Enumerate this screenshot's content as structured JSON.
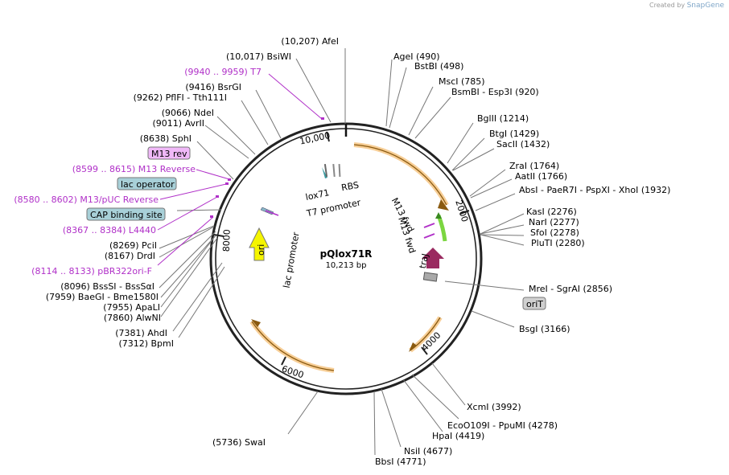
{
  "credit": {
    "prefix": "Created by",
    "brand": "SnapGene"
  },
  "plasmid": {
    "name": "pQlox71R",
    "length": "10,213 bp"
  },
  "ticks": [
    "10,000",
    "2000",
    "4000",
    "6000",
    "8000"
  ],
  "sites": [
    {
      "id": "afei",
      "text": "(10,207)  AfeI"
    },
    {
      "id": "bsiwi",
      "text": "(10,017)  BsiWI"
    },
    {
      "id": "t7",
      "text": "(9940 .. 9959)  T7"
    },
    {
      "id": "bsrgi",
      "text": "(9416)  BsrGI"
    },
    {
      "id": "pflfi",
      "text": "(9262)  PflFI  - Tth111I"
    },
    {
      "id": "ndei",
      "text": "(9066)  NdeI"
    },
    {
      "id": "avrii",
      "text": "(9011)  AvrII"
    },
    {
      "id": "sphi",
      "text": "(8638)  SphI"
    },
    {
      "id": "m13rev",
      "text": "M13 rev"
    },
    {
      "id": "m13reverse",
      "text": "(8599 .. 8615)  M13 Reverse"
    },
    {
      "id": "lacop",
      "text": "lac operator"
    },
    {
      "id": "m13puc",
      "text": "(8580 .. 8602)  M13/pUC Reverse"
    },
    {
      "id": "cap",
      "text": "CAP binding site"
    },
    {
      "id": "l4440",
      "text": "(8367 .. 8384)  L4440"
    },
    {
      "id": "pcii",
      "text": "(8269)  PciI"
    },
    {
      "id": "drdi",
      "text": "(8167)  DrdI"
    },
    {
      "id": "pbr322",
      "text": "(8114 .. 8133)  pBR322ori-F"
    },
    {
      "id": "bsssi",
      "text": "(8096)  BssSI  - BssSαI"
    },
    {
      "id": "baegi",
      "text": "(7959)  BaeGI  - Bme1580I"
    },
    {
      "id": "apali",
      "text": "(7955)  ApaLI"
    },
    {
      "id": "alwni",
      "text": "(7860)  AlwNI"
    },
    {
      "id": "ahdi",
      "text": "(7381)  AhdI"
    },
    {
      "id": "bpmi",
      "text": "(7312)  BpmI"
    },
    {
      "id": "swai",
      "text": "(5736)  SwaI"
    },
    {
      "id": "agei",
      "text": "AgeI   (490)"
    },
    {
      "id": "bstbi",
      "text": "BstBI   (498)"
    },
    {
      "id": "msci",
      "text": "MscI   (785)"
    },
    {
      "id": "bsmbi",
      "text": "BsmBI  - Esp3I   (920)"
    },
    {
      "id": "bglii",
      "text": "BglII   (1214)"
    },
    {
      "id": "btgi",
      "text": "BtgI   (1429)"
    },
    {
      "id": "sacii",
      "text": "SacII   (1432)"
    },
    {
      "id": "zrai",
      "text": "ZraI   (1764)"
    },
    {
      "id": "aatii",
      "text": "AatII   (1766)"
    },
    {
      "id": "absi",
      "text": "AbsI   - PaeR7I   - PspXI   - XhoI   (1932)"
    },
    {
      "id": "kasi",
      "text": "KasI   (2276)"
    },
    {
      "id": "nari",
      "text": "NarI   (2277)"
    },
    {
      "id": "sfoi",
      "text": "SfoI   (2278)"
    },
    {
      "id": "pluti",
      "text": "PluTI   (2280)"
    },
    {
      "id": "mrei",
      "text": "MreI   - SgrAI   (2856)"
    },
    {
      "id": "orit",
      "text": "oriT"
    },
    {
      "id": "bsgi",
      "text": "BsgI   (3166)"
    },
    {
      "id": "xcmi",
      "text": "XcmI   (3992)"
    },
    {
      "id": "ecoo109i",
      "text": "EcoO109I   - PpuMI   (4278)"
    },
    {
      "id": "hpai",
      "text": "HpaI   (4419)"
    },
    {
      "id": "nsii",
      "text": "NsiI   (4677)"
    },
    {
      "id": "bbsi",
      "text": "BbsI   (4771)"
    }
  ],
  "features": {
    "lox71": "lox71",
    "rbs": "RBS",
    "t7_promoter": "T7 promoter",
    "m13_fwd_1": "M13 fwd",
    "m13_fwd_2": "M13 fwd",
    "traj": "traJ",
    "ori": "ori",
    "lac_promoter": "lac promoter"
  },
  "colors": {
    "backbone": "#222222",
    "feature_orange": "#f0a640",
    "primer_purple": "#b030c8",
    "ori_yellow": "#f5f500",
    "traj_magenta": "#9a2a60",
    "m13_green": "#7bd640",
    "box_teal": "#a8d0d8",
    "box_purple": "#f0b8f8",
    "box_grey": "#d0d0d0"
  }
}
